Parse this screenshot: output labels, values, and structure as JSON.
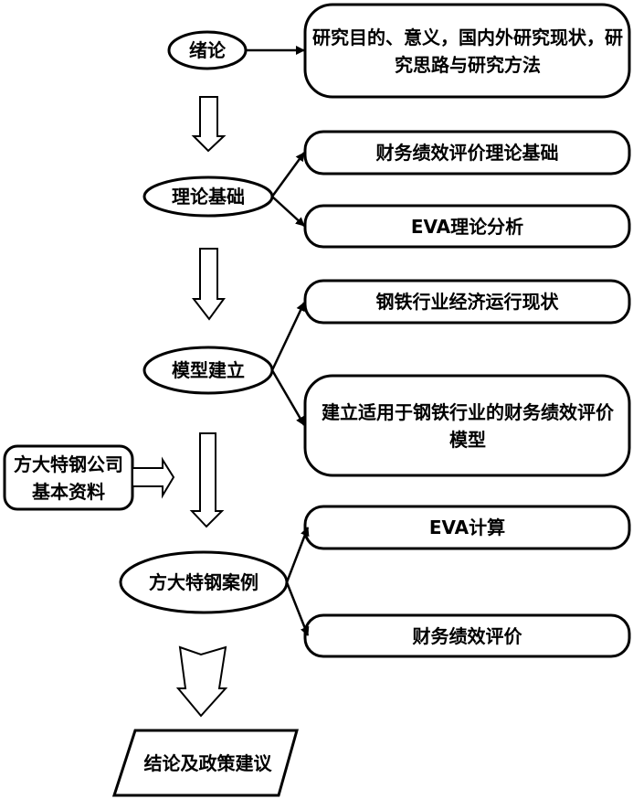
{
  "nodes": {
    "intro": "绪论",
    "theory": "理论基础",
    "model": "模型建立",
    "case": "方大特钢案例",
    "conclusion": "结论及政策建议",
    "company_data": "方大特钢公司基本资料"
  },
  "details": {
    "intro_detail": "研究目的、意义，国内外研究现状，研究思路与研究方法",
    "theory_detail_1": "财务绩效评价理论基础",
    "theory_detail_2": "EVA理论分析",
    "model_detail_1": "钢铁行业经济运行现状",
    "model_detail_2": "建立适用于钢铁行业的财务绩效评价模型",
    "case_detail_1": "EVA计算",
    "case_detail_2": "财务绩效评价"
  }
}
